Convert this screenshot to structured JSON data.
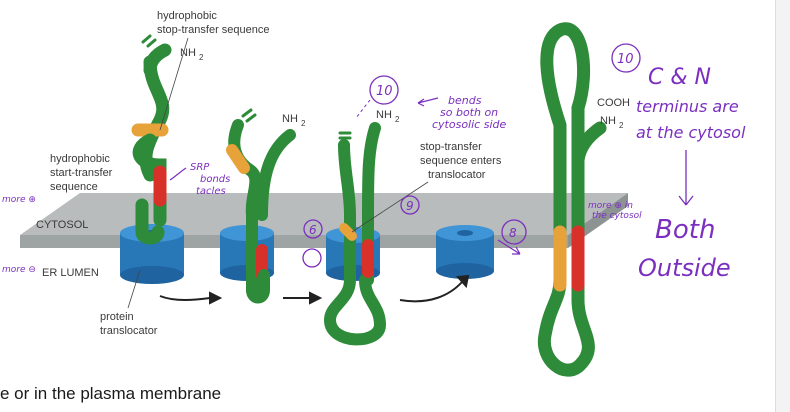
{
  "labels": {
    "hydrophobic_stop_transfer": [
      "hydrophobic",
      "stop-transfer sequence"
    ],
    "hydrophobic_start_transfer": [
      "hydrophobic",
      "start-transfer",
      "sequence"
    ],
    "nh2": "NH",
    "nh2_sub": "2",
    "cooh": "COOH",
    "cytosol": "CYTOSOL",
    "er_lumen": "ER LUMEN",
    "protein_translocator": [
      "protein",
      "translocator"
    ],
    "stop_transfer_enters": [
      "stop-transfer",
      "sequence enters",
      "translocator"
    ]
  },
  "annotations": {
    "srp_binds": [
      "SRP",
      "bonds",
      "tacles"
    ],
    "more_plus": "more ⊕",
    "more_minus": "more ⊖",
    "bends": [
      "bends",
      "so both on",
      "cytosolic side"
    ],
    "num_10a": "10",
    "num_10b": "10",
    "num_6": "6",
    "num_9": "9",
    "num_8": "8",
    "more_in_cytosol": [
      "more ⊕ in",
      "the cytosol"
    ],
    "c_n_terminus": [
      "C & N",
      "terminus are",
      "at the cytosol"
    ],
    "both_outside": [
      "Both",
      "Outside"
    ]
  },
  "body_text": "e or in the plasma membrane",
  "colors": {
    "chain": "#2e8b3a",
    "stop_transfer": "#e8a23a",
    "start_transfer": "#d8312a",
    "translocator": "#2e7fc3",
    "membrane": "#b8bcbc",
    "ink": "#7b2fbe"
  }
}
